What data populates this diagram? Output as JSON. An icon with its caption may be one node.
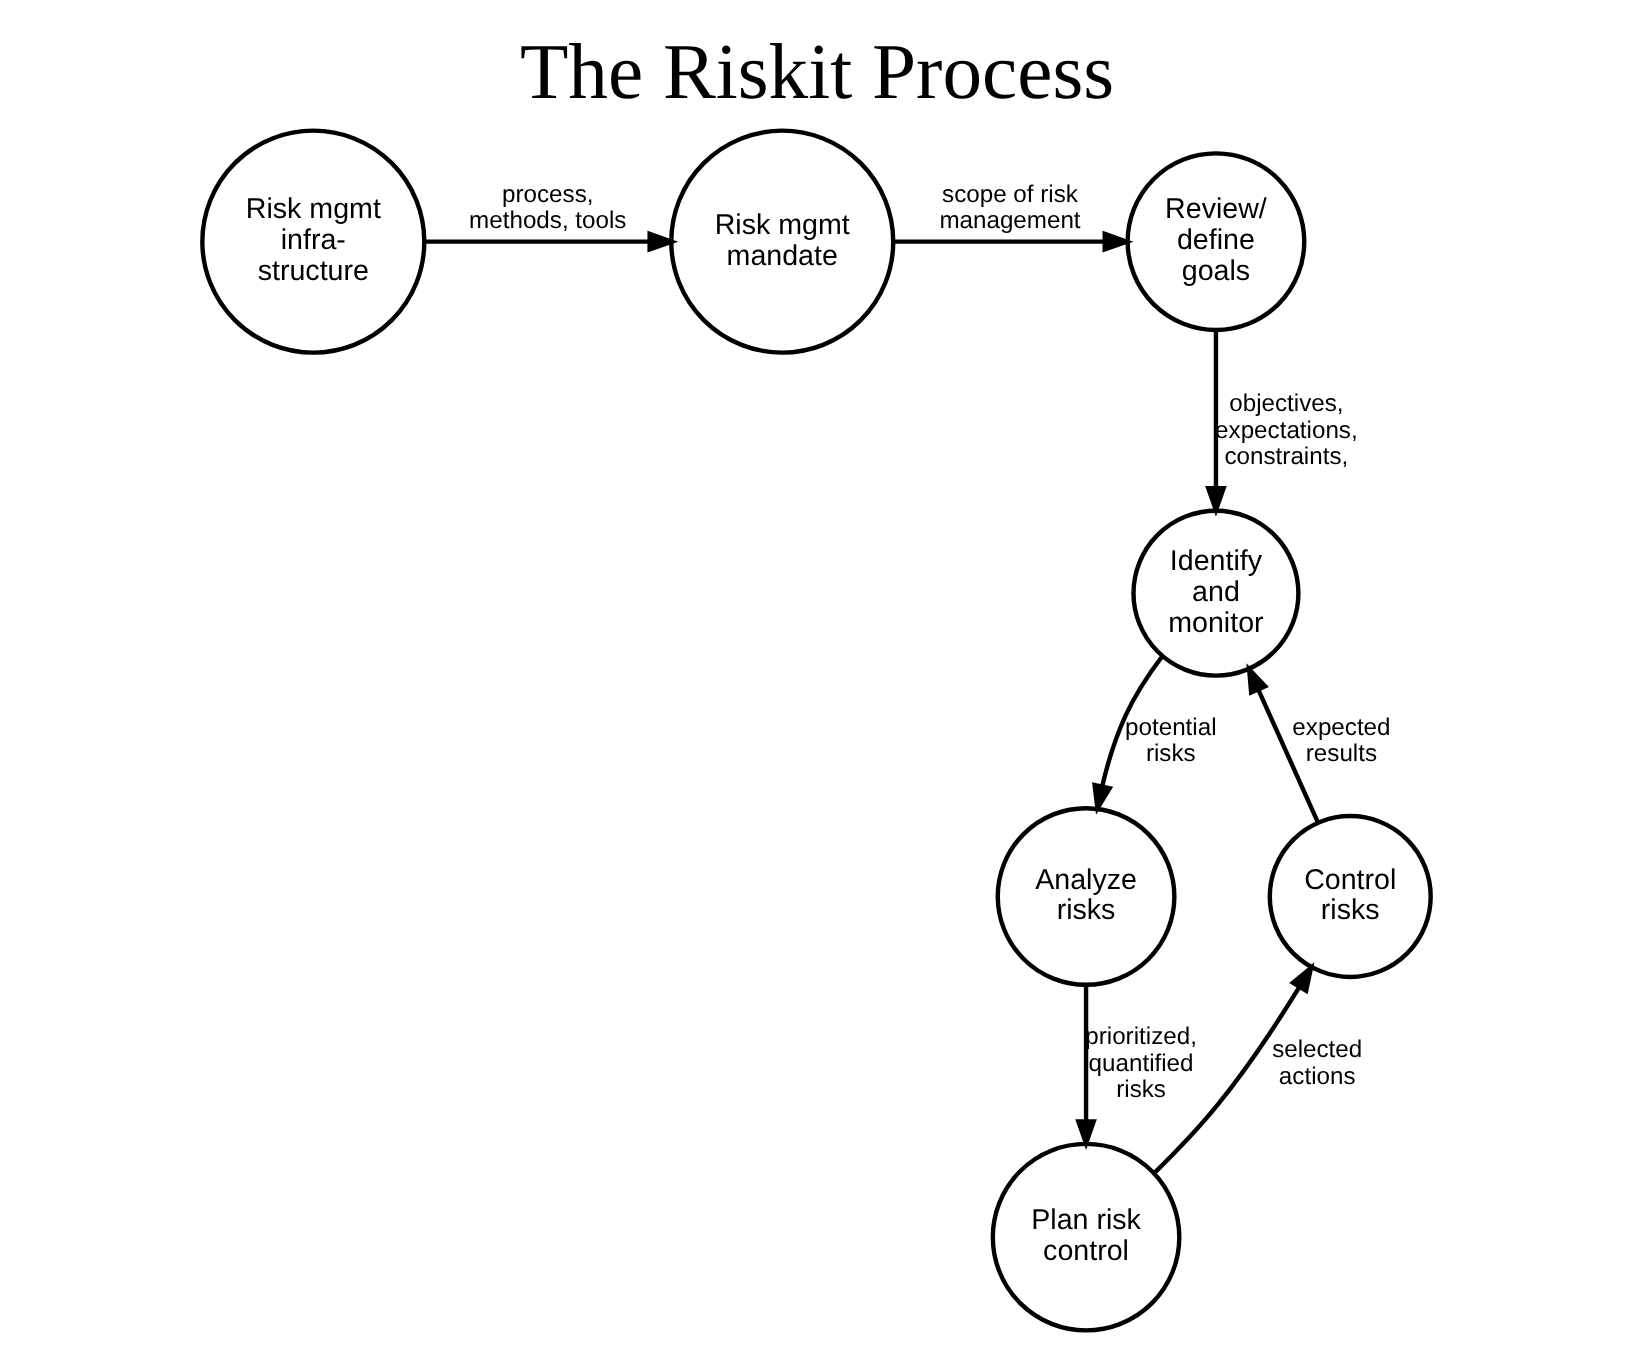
{
  "diagram": {
    "title": "The Riskit Process",
    "nodes": [
      {
        "text": [
          "Risk mgmt infra- structure"
        ]
      },
      {
        "text": [
          "Risk mgmt mandate"
        ]
      },
      {
        "text": [
          "Review/ define goals"
        ]
      },
      {
        "text": [
          "Identify and monitor"
        ]
      },
      {
        "text": [
          "Analyze risks"
        ]
      },
      {
        "text": [
          "Plan risk control"
        ]
      },
      {
        "text": [
          "Control risks"
        ]
      }
    ],
    "edges": [
      {
        "from": 0,
        "to": 1,
        "arrow": "to",
        "label": "process, methods, tools"
      },
      {
        "from": 1,
        "to": 2,
        "arrow": "to",
        "label": "scope of risk management"
      },
      {
        "from": 2,
        "to": 3,
        "arrow": "to",
        "label": "objectives, expectations, constraints,"
      },
      {
        "from": 3,
        "to": 4,
        "arrow": "to",
        "label": "potential risks"
      },
      {
        "from": 4,
        "to": 5,
        "arrow": "to",
        "label": "prioritized, quantified risks"
      },
      {
        "from": 5,
        "to": 6,
        "arrow": "to",
        "label": "selected actions"
      },
      {
        "from": 6,
        "to": 3,
        "arrow": "to",
        "label": "expected results"
      }
    ]
  }
}
